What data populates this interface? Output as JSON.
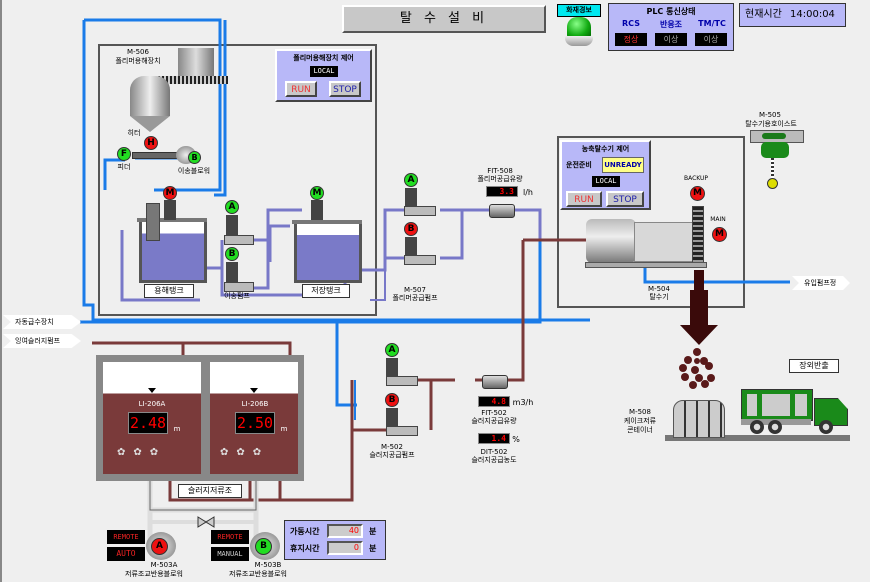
{
  "header": {
    "title": "탈 수 설 비",
    "fire_alarm_label": "화재경보",
    "clock_label": "현재시간",
    "clock_value": "14:00:04"
  },
  "plc_status": {
    "title": "PLC 통신상태",
    "items": [
      {
        "label": "RCS",
        "status": "정상",
        "color": "#ff0000"
      },
      {
        "label": "반응조",
        "status": "이상",
        "color": "#b0b0b0"
      },
      {
        "label": "TM/TC",
        "status": "이상",
        "color": "#b0b0b0"
      }
    ]
  },
  "polymer_unit": {
    "id": "M-506",
    "name": "폴리머용해장치",
    "heater_label": "히터",
    "feeder_label": "피더",
    "blower_label": "이송블로워",
    "control": {
      "title": "폴리머용해장치 제어",
      "mode": "LOCAL",
      "run_label": "RUN",
      "stop_label": "STOP"
    },
    "dissolve_tank_label": "용해탱크",
    "storage_tank_label": "저장탱크",
    "transfer_pump_label": "이송펌프",
    "motor_letters": {
      "heater": "H",
      "feeder": "F",
      "blower": "B",
      "mixer": "M",
      "pump_a": "A",
      "pump_b": "B"
    }
  },
  "polymer_feed": {
    "pump_id": "M-507",
    "pump_name": "폴리머공급펌프",
    "flow_id": "FIT-508",
    "flow_name": "폴리머공급유량",
    "flow_value": "3.3",
    "flow_unit": "l/h"
  },
  "dewatering": {
    "control": {
      "title": "농축탈수기 제어",
      "ready_label": "운전준비",
      "ready_value": "UNREADY",
      "mode": "LOCAL",
      "run_label": "RUN",
      "stop_label": "STOP"
    },
    "backup_label": "BACKUP",
    "main_label": "MAIN",
    "machine_id": "M-504",
    "machine_name": "탈수기",
    "hoist_id": "M-505",
    "hoist_name": "탈수기용호이스트",
    "outlet_label": "유입펌프정"
  },
  "left_tags": {
    "auto_water": "자동급수장치",
    "excess_sludge": "잉여슬러지펌프"
  },
  "sludge_tanks": {
    "tank_a": {
      "id": "LI-206A",
      "value": "2.48",
      "unit": "m"
    },
    "tank_b": {
      "id": "LI-206B",
      "value": "2.50",
      "unit": "m"
    },
    "label": "슬러지저류조"
  },
  "sludge_feed": {
    "pump_id": "M-502",
    "pump_name": "슬러지공급펌프",
    "flow_id": "FIT-502",
    "flow_name": "슬러지공급유량",
    "flow_value": "4.8",
    "flow_unit": "m3/h",
    "density_id": "DIT-502",
    "density_name": "슬러지공급농도",
    "density_value": "1.4",
    "density_unit": "%"
  },
  "blowers": {
    "a": {
      "id": "M-503A",
      "name": "저류조교반용블로워",
      "remote": "REMOTE",
      "mode": "AUTO",
      "letter": "A"
    },
    "b": {
      "id": "M-503B",
      "name": "저류조교반용블로워",
      "remote": "REMOTE",
      "mode": "MANUAL",
      "letter": "B"
    }
  },
  "timer": {
    "run_label": "가동시간",
    "run_value": "40",
    "rest_label": "휴지시간",
    "rest_value": "0",
    "unit": "분"
  },
  "cake": {
    "container_id": "M-508",
    "container_name1": "케이크저류",
    "container_name2": "콘테이너",
    "export_label": "장외반출"
  }
}
